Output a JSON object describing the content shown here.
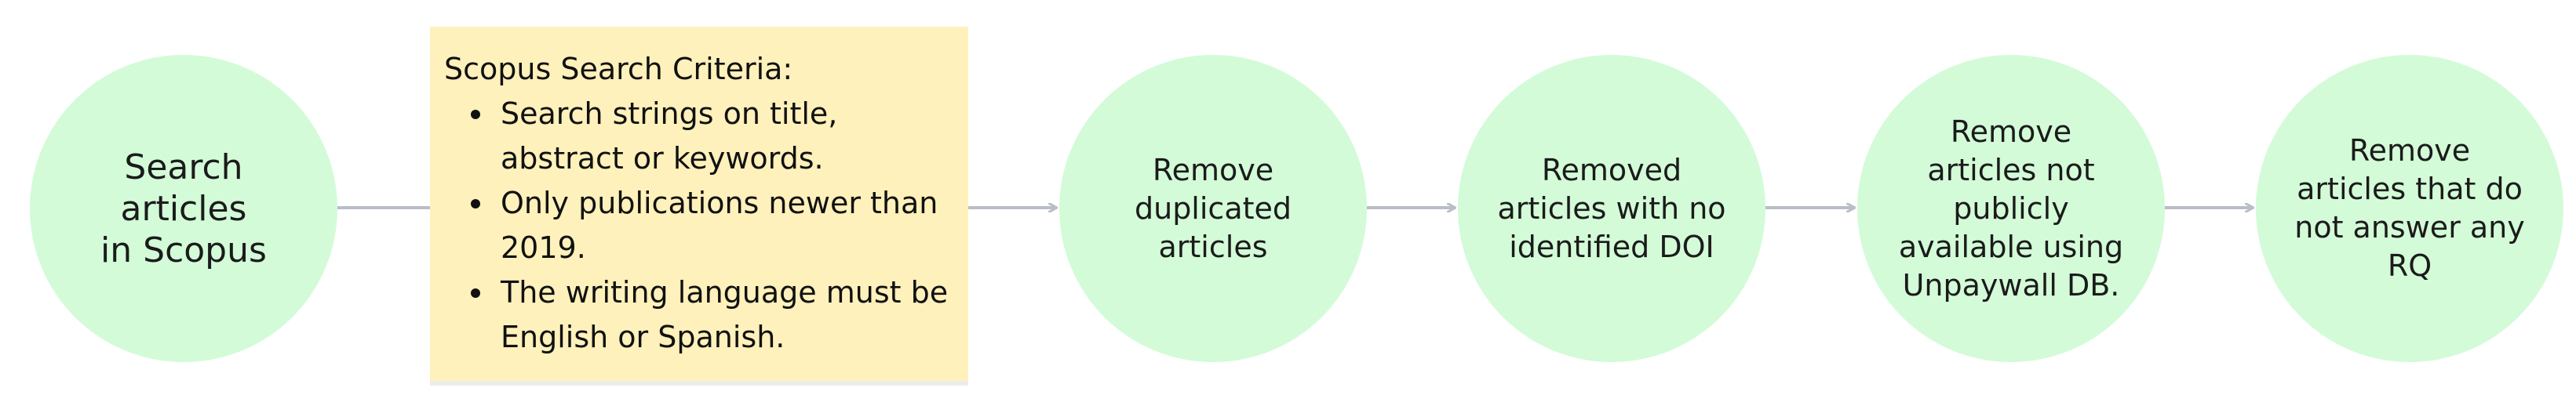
{
  "nodes": [
    {
      "id": "search",
      "label": "Search articles\nin Scopus"
    },
    {
      "id": "dedupe",
      "label": "Remove\nduplicated\narticles"
    },
    {
      "id": "doi",
      "label": "Removed\narticles with no\nidentified DOI"
    },
    {
      "id": "unpaywall",
      "label": "Remove\narticles not\npublicly\navailable using\nUnpaywall DB."
    },
    {
      "id": "rq",
      "label": "Remove\narticles that do\nnot answer any\nRQ"
    }
  ],
  "criteria": {
    "title": "Scopus Search Criteria:",
    "items": [
      "Search strings on title, abstract or keywords.",
      "Only publications newer than 2019.",
      "The writing language must be English or Spanish."
    ]
  },
  "colors": {
    "node_fill": "#d3fbd8",
    "note_fill": "#fff1bb",
    "connector": "#b8bdc8"
  }
}
